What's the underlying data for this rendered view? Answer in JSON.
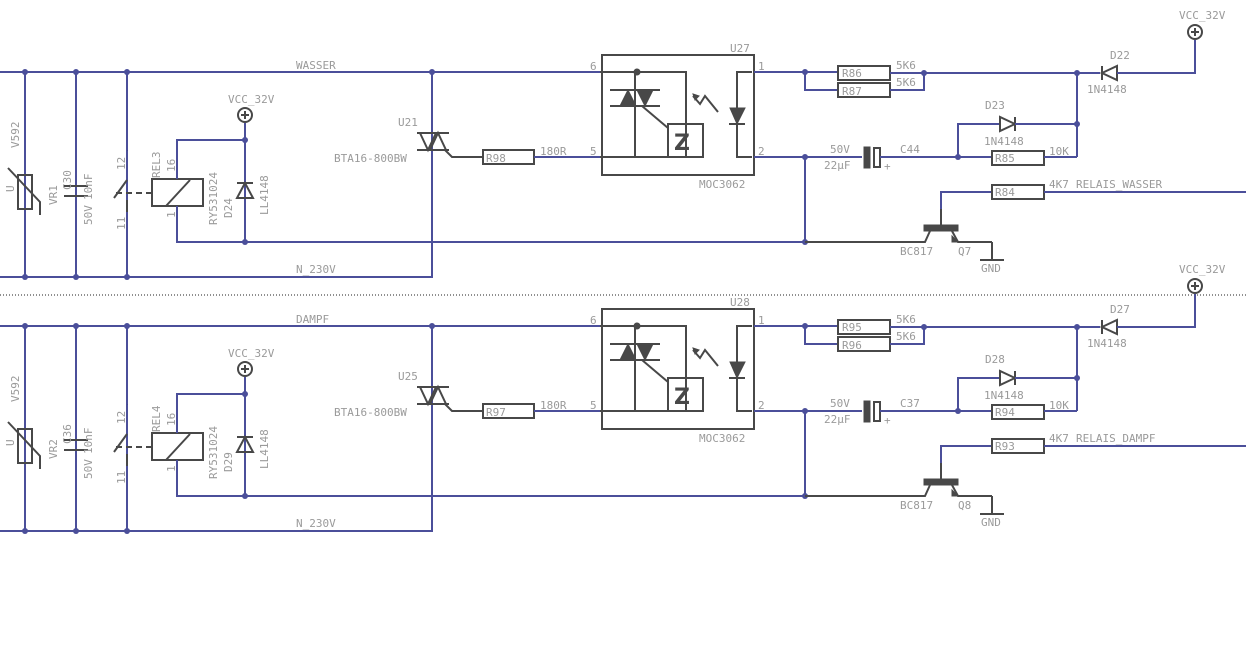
{
  "schematic": {
    "channels": [
      {
        "net_input": "WASSER",
        "net_neutral": "N_230V",
        "varistor": {
          "name": "VR1",
          "value": "V592",
          "glyph": "U"
        },
        "cap_x": {
          "name": "C30",
          "value": "10nF",
          "voltage": "50V"
        },
        "relay": {
          "name": "REL3",
          "part": "RY531024",
          "pin_a": "12",
          "pin_b": "11",
          "coil_a": "16",
          "coil_b": "1"
        },
        "flyback": {
          "name": "D24",
          "part": "LL4148"
        },
        "supply_local": "VCC_32V",
        "triac": {
          "name": "U21",
          "part": "BTA16-800BW"
        },
        "gate_res": {
          "name": "R98",
          "value": "180R"
        },
        "opto": {
          "name": "U27",
          "part": "MOC3062",
          "pins": [
            "6",
            "5",
            "1",
            "2"
          ]
        },
        "res_par_a": {
          "name": "R86",
          "value": "5K6"
        },
        "res_par_b": {
          "name": "R87",
          "value": "5K6"
        },
        "diode_in": {
          "name": "D22",
          "part": "1N4148"
        },
        "diode_fb": {
          "name": "D23",
          "part": "1N4148"
        },
        "cap_el": {
          "name": "C44",
          "value": "22µF",
          "voltage": "50V",
          "plus": "+"
        },
        "res_fb": {
          "name": "R85",
          "value": "10K"
        },
        "res_base": {
          "name": "R84",
          "value": "4K7"
        },
        "net_ctrl": "RELAIS_WASSER",
        "transistor": {
          "name": "Q7",
          "part": "BC817"
        },
        "gnd": "GND",
        "supply": "VCC_32V"
      },
      {
        "net_input": "DAMPF",
        "net_neutral": "N_230V",
        "varistor": {
          "name": "VR2",
          "value": "V592",
          "glyph": "U"
        },
        "cap_x": {
          "name": "C36",
          "value": "10nF",
          "voltage": "50V"
        },
        "relay": {
          "name": "REL4",
          "part": "RY531024",
          "pin_a": "12",
          "pin_b": "11",
          "coil_a": "16",
          "coil_b": "1"
        },
        "flyback": {
          "name": "D29",
          "part": "LL4148"
        },
        "supply_local": "VCC_32V",
        "triac": {
          "name": "U25",
          "part": "BTA16-800BW"
        },
        "gate_res": {
          "name": "R97",
          "value": "180R"
        },
        "opto": {
          "name": "U28",
          "part": "MOC3062",
          "pins": [
            "6",
            "5",
            "1",
            "2"
          ]
        },
        "res_par_a": {
          "name": "R95",
          "value": "5K6"
        },
        "res_par_b": {
          "name": "R96",
          "value": "5K6"
        },
        "diode_in": {
          "name": "D27",
          "part": "1N4148"
        },
        "diode_fb": {
          "name": "D28",
          "part": "1N4148"
        },
        "cap_el": {
          "name": "C37",
          "value": "22µF",
          "voltage": "50V",
          "plus": "+"
        },
        "res_fb": {
          "name": "R94",
          "value": "10K"
        },
        "res_base": {
          "name": "R93",
          "value": "4K7"
        },
        "net_ctrl": "RELAIS_DAMPF",
        "transistor": {
          "name": "Q8",
          "part": "BC817"
        },
        "gnd": "GND",
        "supply": "VCC_32V"
      }
    ]
  }
}
